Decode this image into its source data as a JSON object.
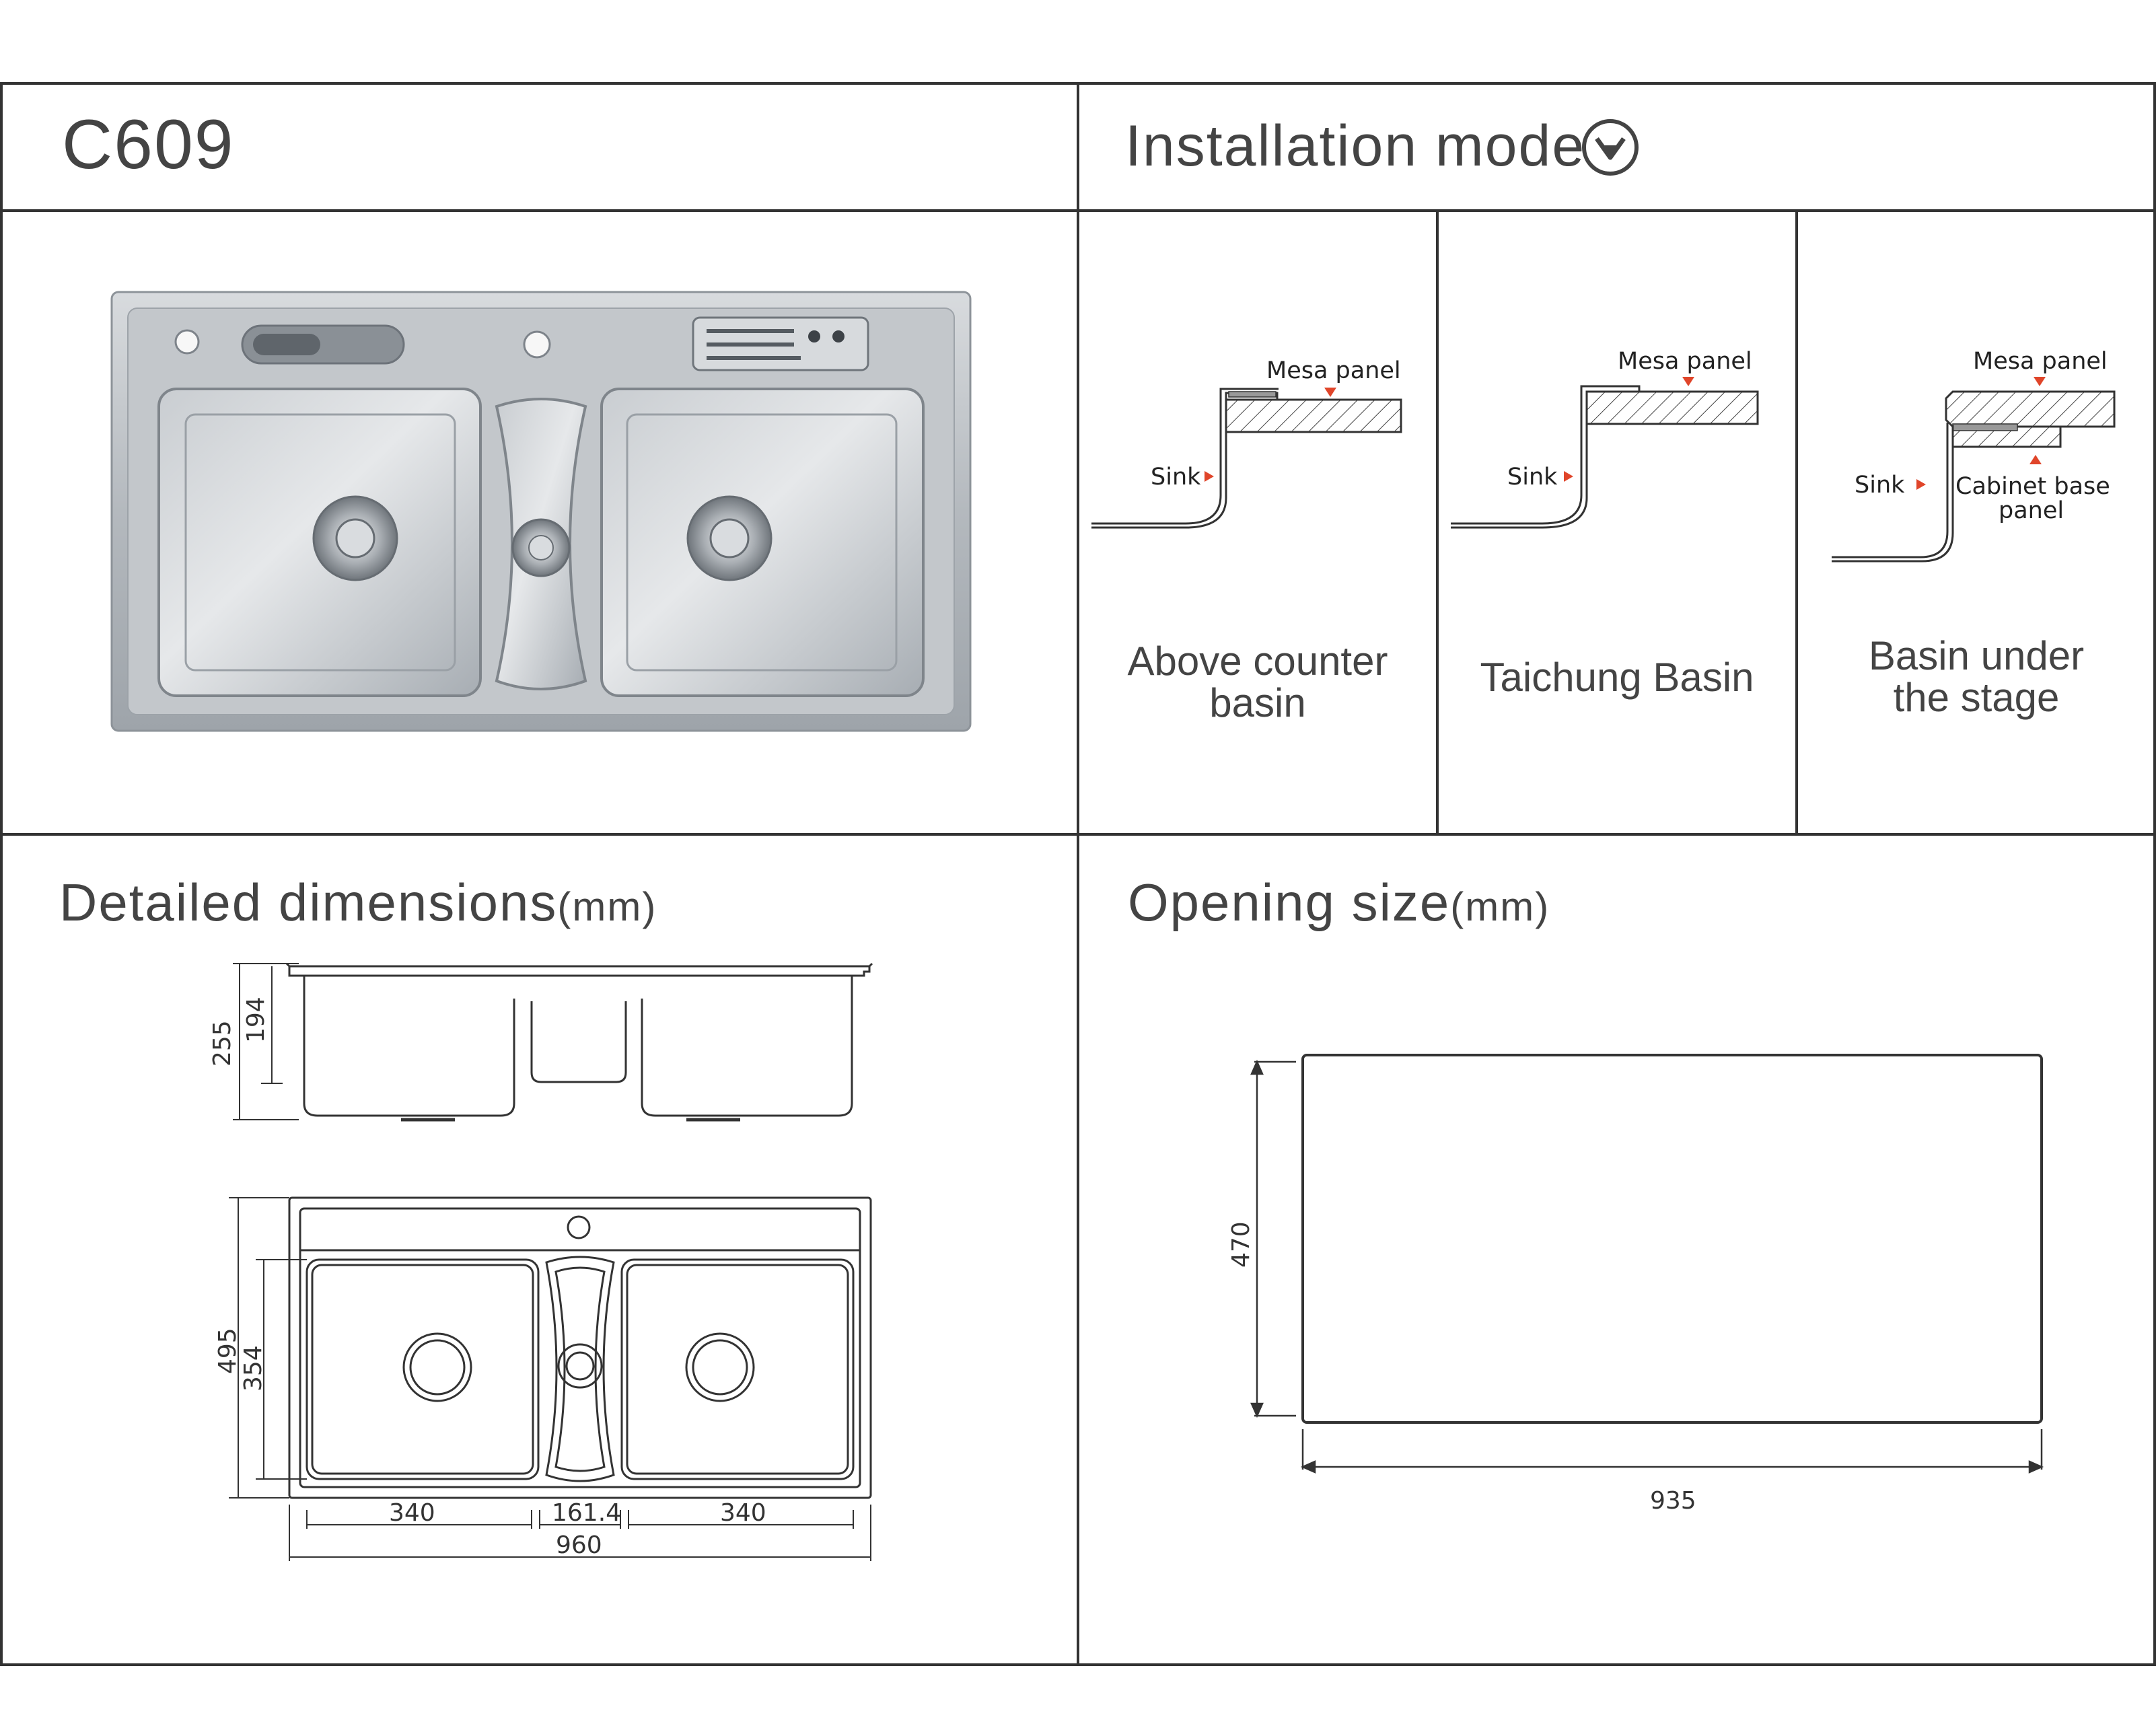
{
  "header": {
    "model": "C609",
    "installation_title": "Installation mode"
  },
  "installation_modes": [
    {
      "name_lines": [
        "Above counter",
        "basin"
      ],
      "top_label": "Mesa panel",
      "side_label": "Sink"
    },
    {
      "name_lines": [
        "Taichung Basin"
      ],
      "top_label": "Mesa panel",
      "side_label": "Sink"
    },
    {
      "name_lines": [
        "Basin under",
        "the stage"
      ],
      "top_label": "Mesa panel",
      "side_label": "Sink",
      "extra_label_lines": [
        "Cabinet base",
        "panel"
      ]
    }
  ],
  "dimensions_section": {
    "title": "Detailed dimensions",
    "unit": "(mm)",
    "side_view": {
      "overall_depth": "255",
      "bowl_depth": "194"
    },
    "top_view": {
      "overall_width": "960",
      "overall_length": "495",
      "bowl_length": "354",
      "left_bowl": "340",
      "middle_bowl": "161.4",
      "right_bowl": "340"
    }
  },
  "opening_section": {
    "title": "Opening size",
    "unit": "(mm)",
    "width": "935",
    "height": "470"
  },
  "colors": {
    "frame": "#333333",
    "arrow": "#e0452a",
    "hatch": "#444444",
    "steel": "#b9bec3"
  }
}
